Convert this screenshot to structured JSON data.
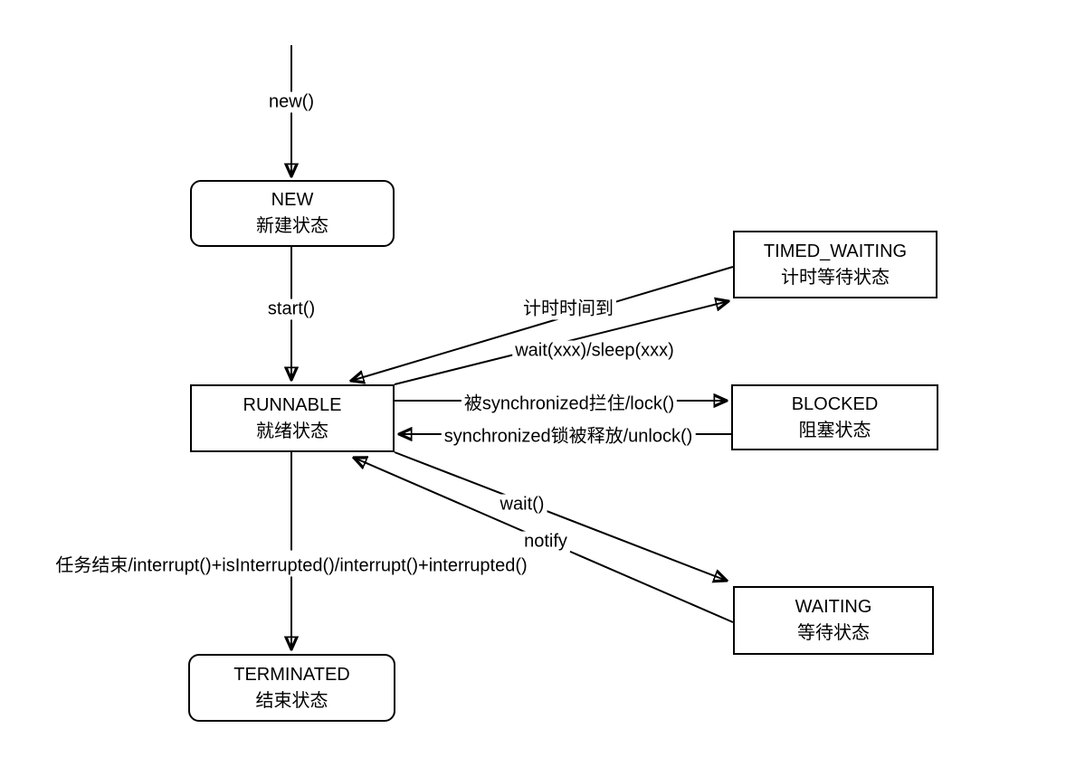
{
  "diagram": {
    "background_color": "#ffffff",
    "stroke_color": "#000000",
    "states": {
      "new": {
        "name": "NEW",
        "subtitle": "新建状态"
      },
      "runnable": {
        "name": "RUNNABLE",
        "subtitle": "就绪状态"
      },
      "timed_waiting": {
        "name": "TIMED_WAITING",
        "subtitle": "计时等待状态"
      },
      "blocked": {
        "name": "BLOCKED",
        "subtitle": "阻塞状态"
      },
      "waiting": {
        "name": "WAITING",
        "subtitle": "等待状态"
      },
      "terminated": {
        "name": "TERMINATED",
        "subtitle": "结束状态"
      }
    },
    "transitions": {
      "new_call": "new()",
      "start": "start()",
      "timer_elapsed": "计时时间到",
      "wait_sleep": "wait(xxx)/sleep(xxx)",
      "lock": "被synchronized拦住/lock()",
      "unlock": "synchronized锁被释放/unlock()",
      "wait": "wait()",
      "notify": "notify",
      "finish": "任务结束/interrupt()+isInterrupted()/interrupt()+interrupted()"
    }
  }
}
